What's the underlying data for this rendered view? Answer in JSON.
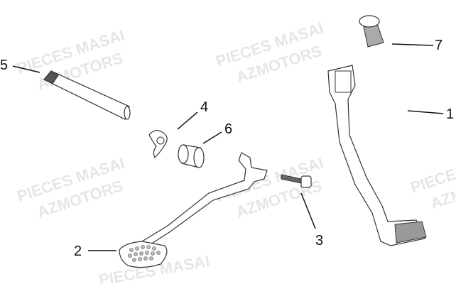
{
  "watermark": {
    "line1": "PIECES MASAI",
    "line2": "AZMOTORS"
  },
  "callouts": [
    {
      "number": "1",
      "part": "gear-shift-lever"
    },
    {
      "number": "2",
      "part": "brake-pedal"
    },
    {
      "number": "3",
      "part": "bolt"
    },
    {
      "number": "4",
      "part": "spring"
    },
    {
      "number": "5",
      "part": "shaft"
    },
    {
      "number": "6",
      "part": "bushing"
    },
    {
      "number": "7",
      "part": "bolt"
    }
  ]
}
